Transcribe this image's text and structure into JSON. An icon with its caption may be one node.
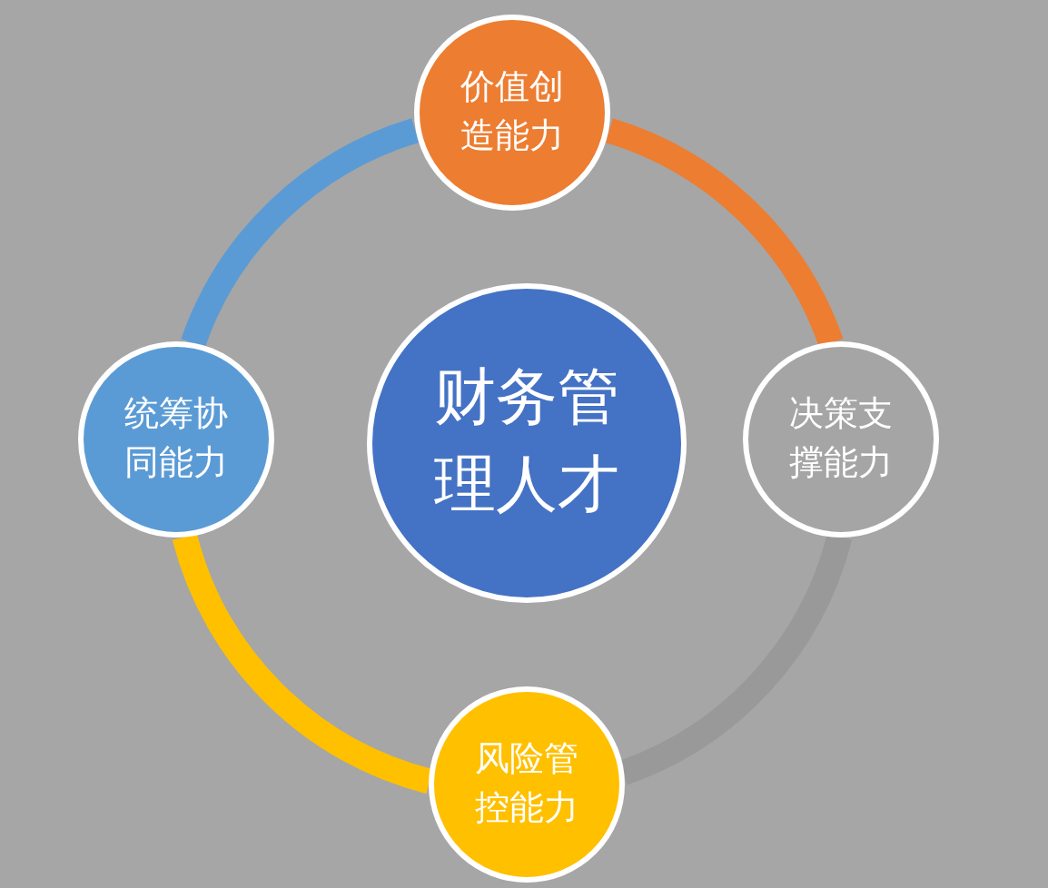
{
  "diagram": {
    "nodes": [
      {
        "text": [
          "价值创造能力"
        ]
      },
      {
        "text": [
          "统筹协同能力"
        ]
      },
      {
        "text": [
          "财务管理人才"
        ]
      },
      {
        "text": [
          "决策支撑能力"
        ]
      },
      {
        "text": [
          "风险管控能力"
        ]
      }
    ],
    "edges": [
      {
        "from": 0,
        "to": 3,
        "arrow": "none",
        "color": "#ed7d31"
      },
      {
        "from": 3,
        "to": 4,
        "arrow": "none",
        "color": "#999999"
      },
      {
        "from": 4,
        "to": 1,
        "arrow": "none",
        "color": "#ffc000"
      },
      {
        "from": 1,
        "to": 0,
        "arrow": "none",
        "color": "#5b9bd5"
      }
    ]
  }
}
